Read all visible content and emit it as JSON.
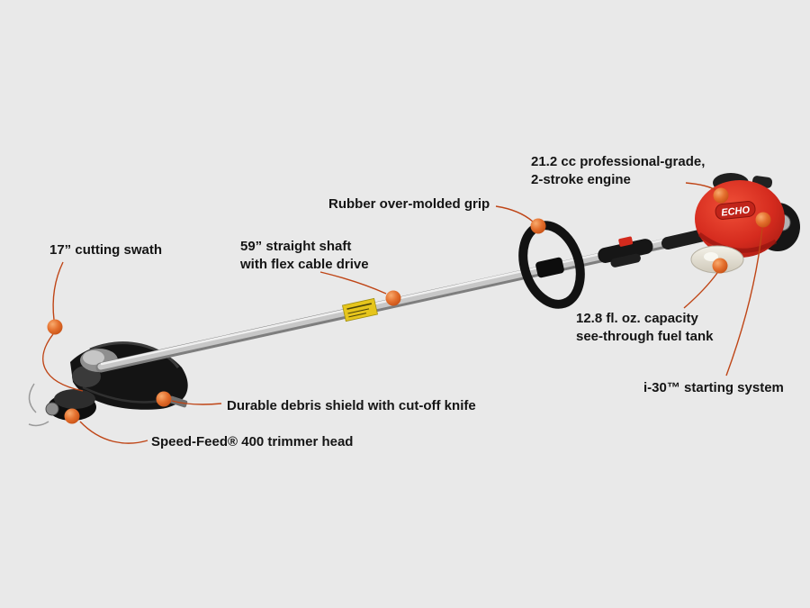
{
  "page": {
    "background": "#e9e9e9"
  },
  "colors": {
    "marker_orange": "#e06a2b",
    "connector_line": "#bf4516",
    "label_text": "#151515",
    "engine_red": "#d52b1e"
  },
  "product": {
    "brand": "ECHO"
  },
  "callouts": [
    {
      "id": "engine",
      "label": "21.2 cc professional-grade,\n2-stroke engine"
    },
    {
      "id": "grip",
      "label": "Rubber over-molded grip"
    },
    {
      "id": "cutting-swath",
      "label": "17” cutting swath"
    },
    {
      "id": "shaft",
      "label": "59” straight shaft\nwith flex cable drive"
    },
    {
      "id": "fuel-tank",
      "label": "12.8 fl. oz. capacity\nsee-through fuel tank"
    },
    {
      "id": "starting-system",
      "label": "i-30™ starting system"
    },
    {
      "id": "debris-shield",
      "label": "Durable debris shield with cut-off knife"
    },
    {
      "id": "trimmer-head",
      "label": "Speed-Feed® 400 trimmer head"
    }
  ]
}
